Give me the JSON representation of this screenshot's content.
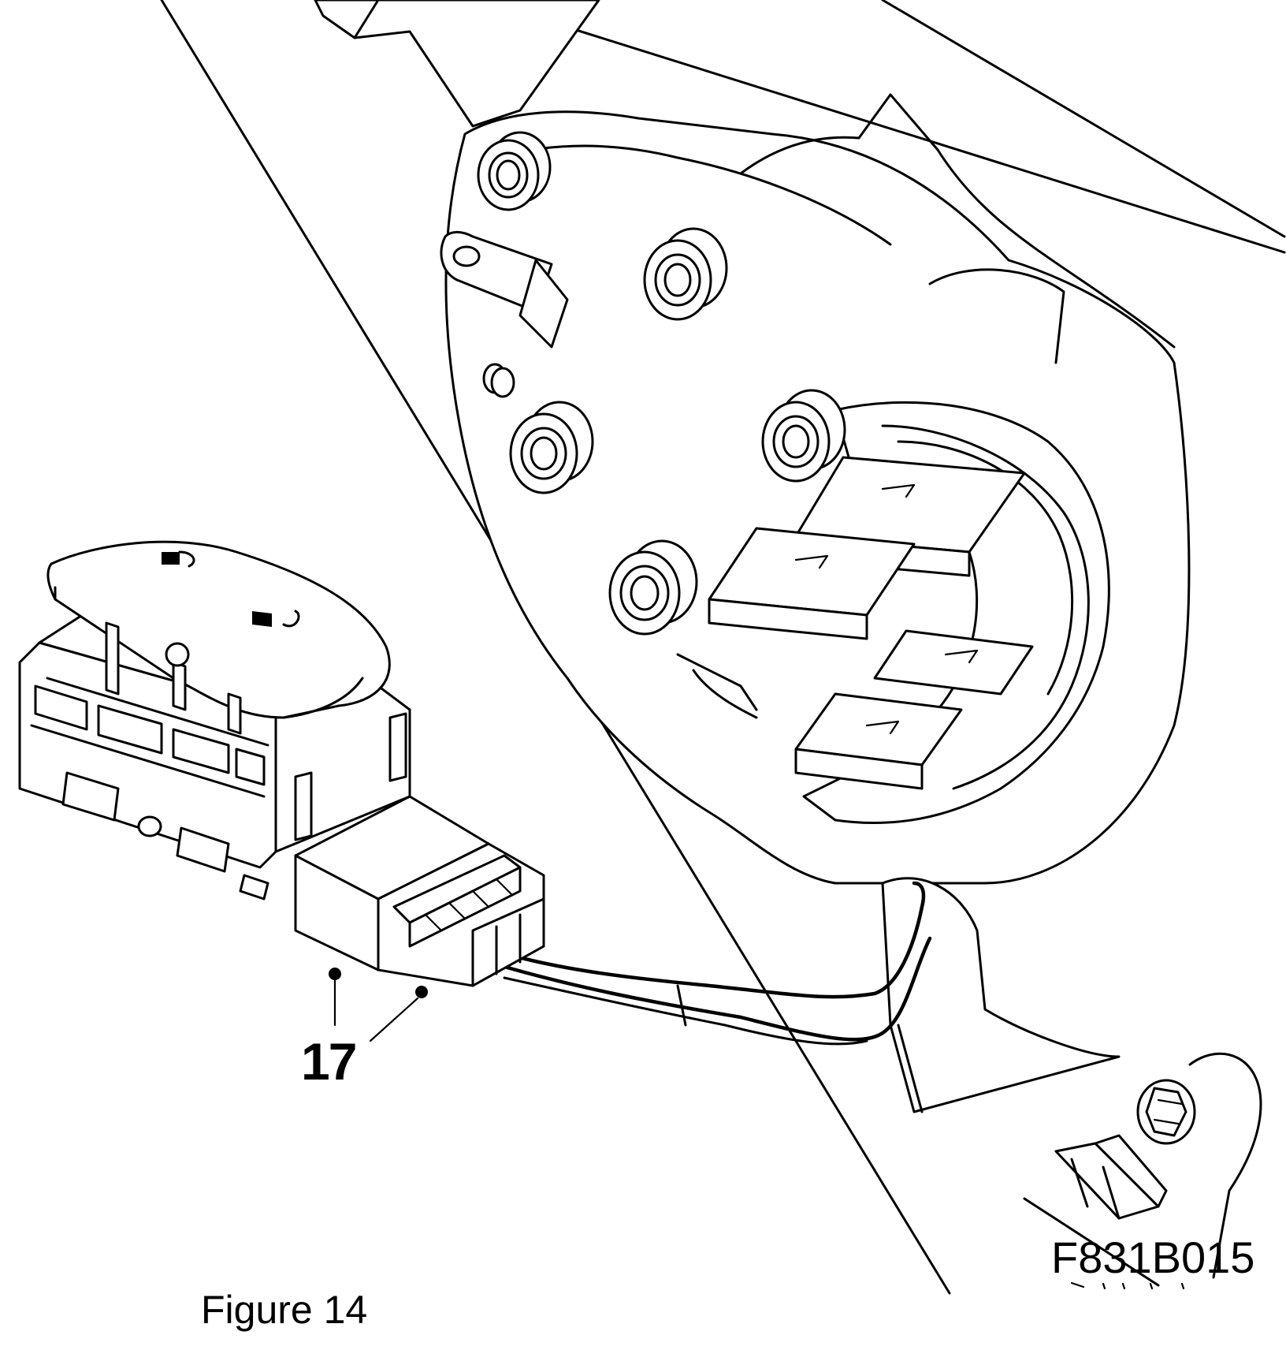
{
  "callout": {
    "number": "17"
  },
  "figure_code": "F831B015",
  "caption": "Figure 14"
}
